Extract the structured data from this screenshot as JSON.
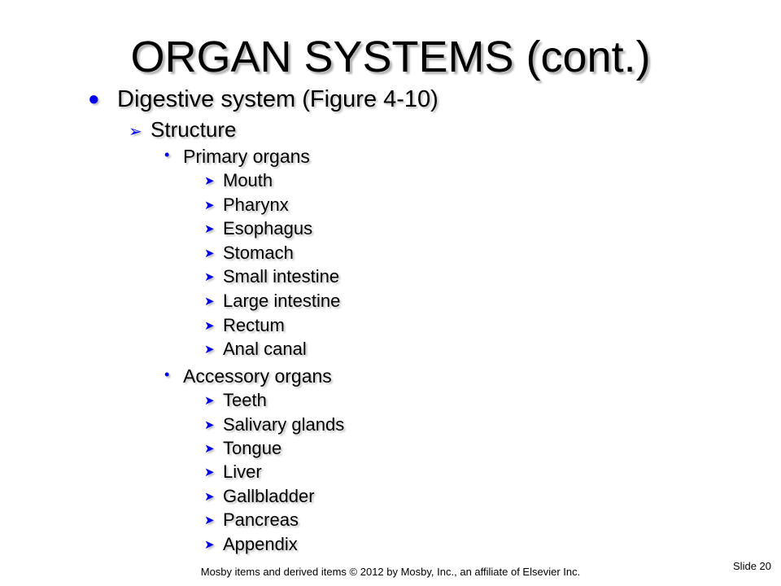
{
  "slide": {
    "title": "ORGAN SYSTEMS (cont.)",
    "level1": "Digestive system (Figure 4-10)",
    "level2": "Structure",
    "primary_heading": "Primary organs",
    "primary_organs": [
      "Mouth",
      "Pharynx",
      "Esophagus",
      "Stomach",
      "Small intestine",
      "Large intestine",
      "Rectum",
      "Anal canal"
    ],
    "accessory_heading": "Accessory organs",
    "accessory_organs": [
      "Teeth",
      "Salivary glands",
      "Tongue",
      "Liver",
      "Gallbladder",
      "Pancreas",
      "Appendix"
    ]
  },
  "footer": {
    "copyright": "Mosby items and derived items © 2012 by Mosby, Inc., an affiliate of Elsevier Inc.",
    "slide_number": "Slide 20"
  },
  "colors": {
    "bullet": "#0000ee",
    "text": "#000000",
    "background": "#ffffff"
  },
  "icons": {
    "level1": "filled-circle-bullet-icon",
    "level2": "arrowhead-bullet-icon",
    "level3": "small-dot-bullet-icon",
    "level4": "arrowhead-bullet-icon"
  }
}
